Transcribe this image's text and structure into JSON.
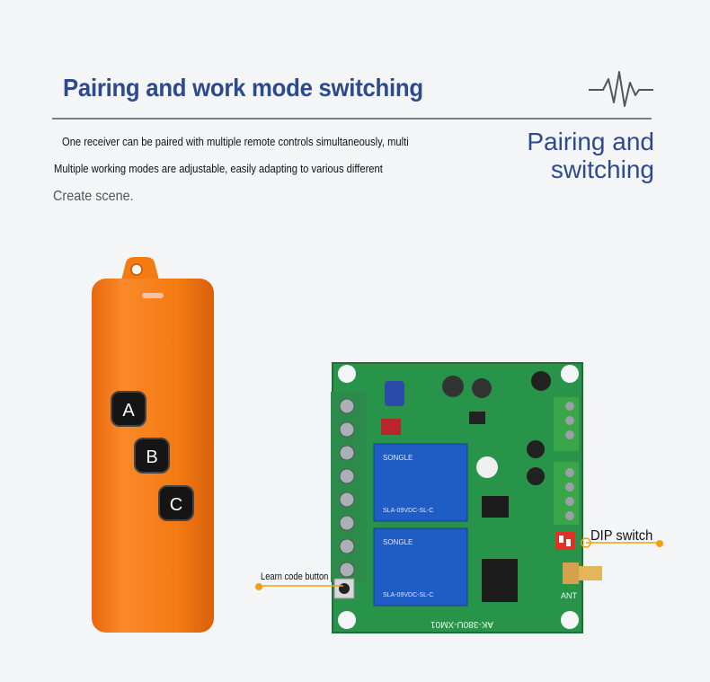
{
  "header": {
    "title": "Pairing and work mode switching",
    "side_heading_line1": "Pairing and",
    "side_heading_line2": "switching"
  },
  "description": {
    "line1": "One receiver can be paired with multiple remote controls simultaneously, multi",
    "line2": "Multiple working modes are adjustable, easily adapting to various different",
    "line3": "Create scene."
  },
  "remote": {
    "buttons": [
      "A",
      "B",
      "C"
    ],
    "body_color": "#f47a12"
  },
  "board": {
    "relay_brand": "SONGLE",
    "relay_model": "SLA-09VDC-SL-C",
    "model_text": "AK-380U-XM01",
    "ant_text": "ANT",
    "pcb_color": "#27944a"
  },
  "callouts": {
    "dip_switch": "DIP switch",
    "learn_button": "Learn code button",
    "dot_color": "#f5a011"
  },
  "colors": {
    "title_blue": "#2c4a8c",
    "background": "#f4f5f7"
  }
}
